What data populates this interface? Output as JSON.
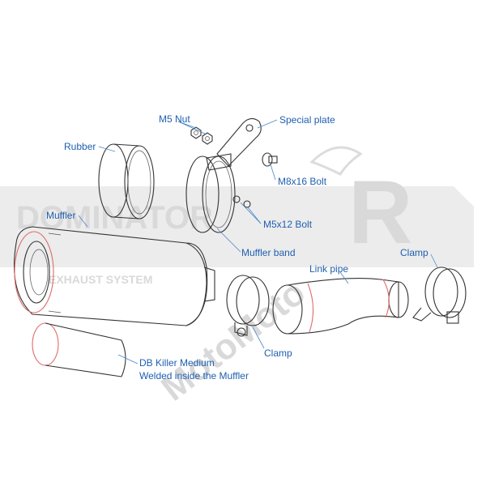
{
  "watermark": {
    "brand": "DOMINATOR",
    "tagline": "EXHAUST SYSTEM",
    "sub": "MotoMoto",
    "letter": "R"
  },
  "labels": {
    "m5_nut": "M5 Nut",
    "special_plate": "Special plate",
    "rubber": "Rubber",
    "m8x16_bolt": "M8x16 Bolt",
    "muffler": "Muffler",
    "m5x12_bolt": "M5x12 Bolt",
    "muffler_band": "Muffler band",
    "clamp_right": "Clamp",
    "link_pipe": "Link pipe",
    "clamp_bottom": "Clamp",
    "db_killer_line1": "DB Killer Medium",
    "db_killer_line2": "Welded inside the Muffler"
  },
  "colors": {
    "label": "#1f5fb0",
    "accent": "#e06a6a"
  }
}
